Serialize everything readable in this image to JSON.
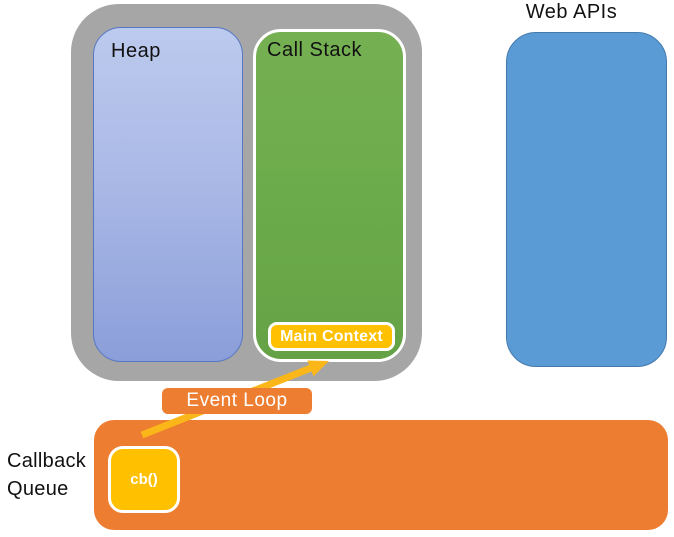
{
  "diagram": {
    "runtime": {
      "heap": {
        "label": "Heap"
      },
      "call_stack": {
        "label": "Call Stack"
      },
      "main_context": {
        "label": "Main Context"
      }
    },
    "web_apis": {
      "label": "Web APIs"
    },
    "event_loop": {
      "label": "Event Loop"
    },
    "callback_queue": {
      "label": "Callback Queue",
      "callback": {
        "label": "cb()"
      }
    },
    "colors": {
      "container_gray": "#a6a6a6",
      "heap_blue_top": "#bdcaee",
      "heap_blue_bottom": "#8b9ed9",
      "heap_border_blue": "#5577c5",
      "stack_green": "#6cab4b",
      "context_gold": "#ffc000",
      "web_api_blue": "#5b9bd5",
      "web_api_border_blue": "#4479ad",
      "loop_orange": "#ed7d31",
      "arrow_gold": "#fbb619",
      "badge_border_white": "#ffffff",
      "label_black": "#111111"
    }
  }
}
